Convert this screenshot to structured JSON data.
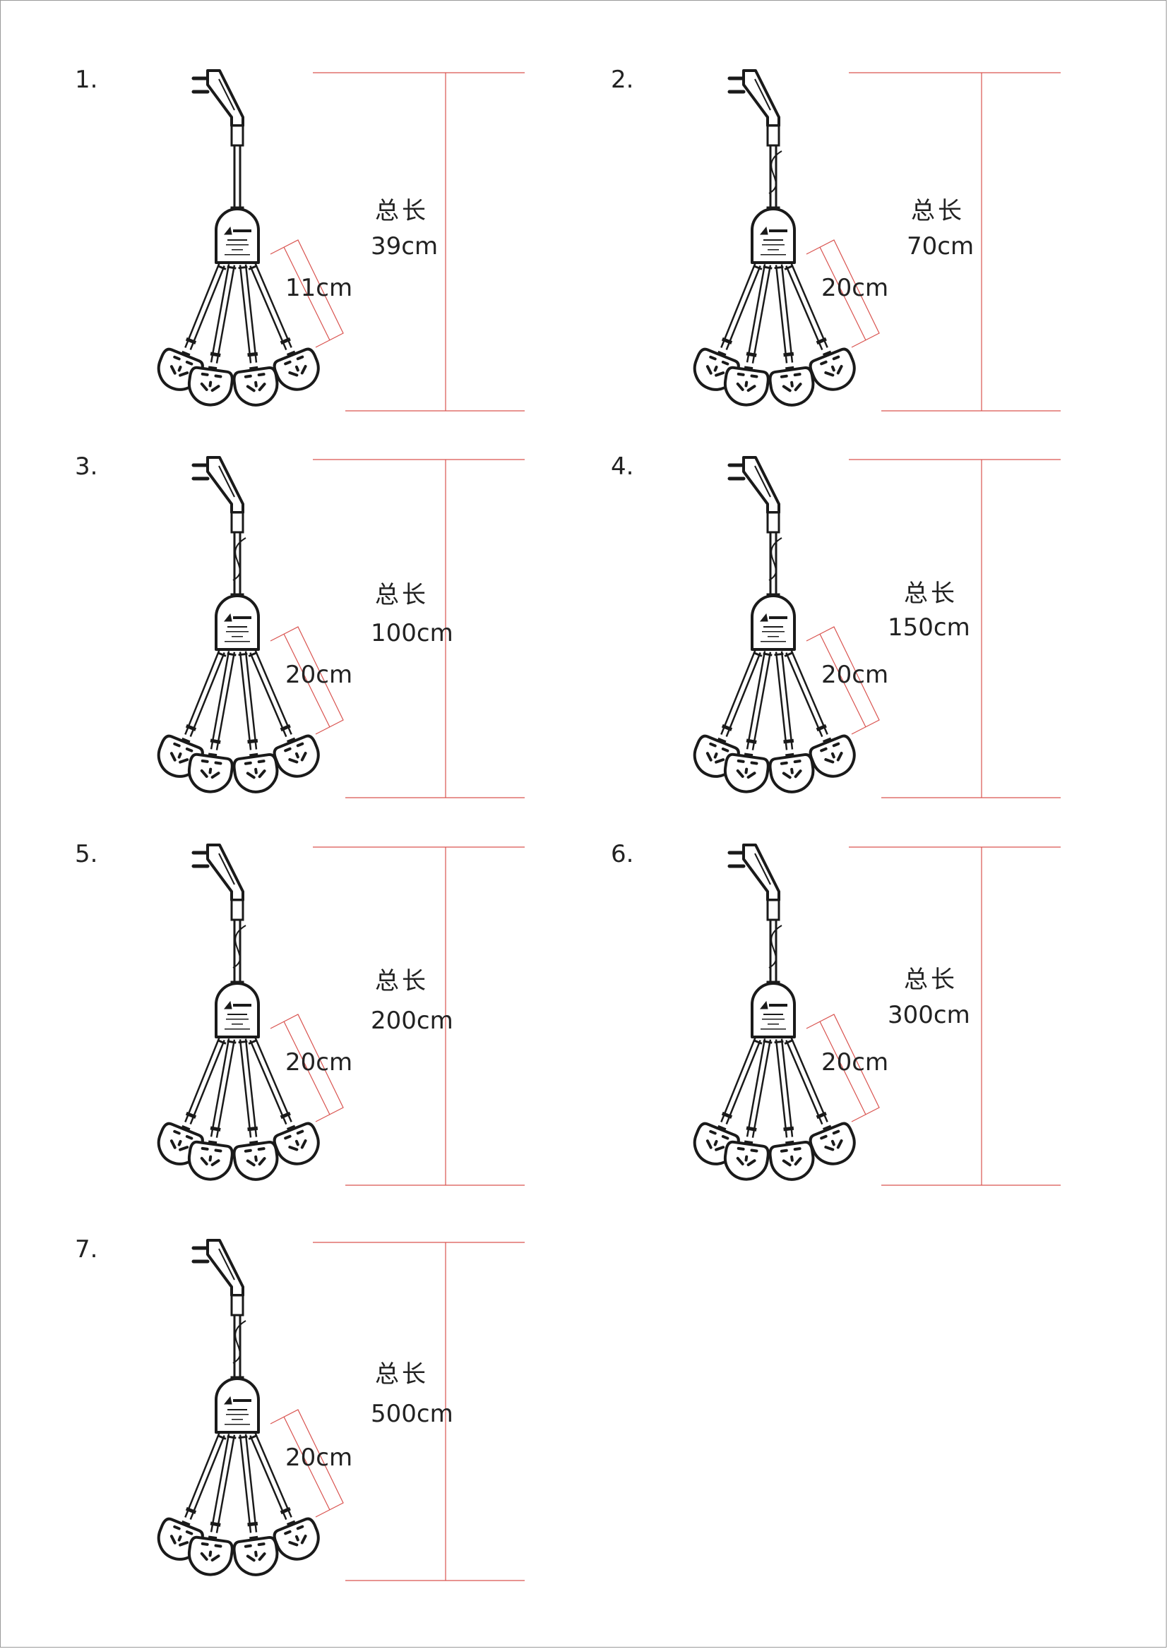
{
  "colors": {
    "dimension_line": "#d9534f",
    "drawing": "#1a1a1a",
    "text": "#222222"
  },
  "icons": [
    "plug-icon",
    "hub-icon",
    "socket-icon",
    "cable-break-icon"
  ],
  "panels": [
    {
      "number": "1.",
      "total_label": "总长",
      "total_length": "39cm",
      "branch_length": "11cm",
      "cable_break": false
    },
    {
      "number": "2.",
      "total_label": "总长",
      "total_length": "70cm",
      "branch_length": "20cm",
      "cable_break": true
    },
    {
      "number": "3.",
      "total_label": "总长",
      "total_length": "100cm",
      "branch_length": "20cm",
      "cable_break": true
    },
    {
      "number": "4.",
      "total_label": "总长",
      "total_length": "150cm",
      "branch_length": "20cm",
      "cable_break": true
    },
    {
      "number": "5.",
      "total_label": "总长",
      "total_length": "200cm",
      "branch_length": "20cm",
      "cable_break": true
    },
    {
      "number": "6.",
      "total_label": "总长",
      "total_length": "300cm",
      "branch_length": "20cm",
      "cable_break": true
    },
    {
      "number": "7.",
      "total_label": "总长",
      "total_length": "500cm",
      "branch_length": "20cm",
      "cable_break": true
    }
  ]
}
